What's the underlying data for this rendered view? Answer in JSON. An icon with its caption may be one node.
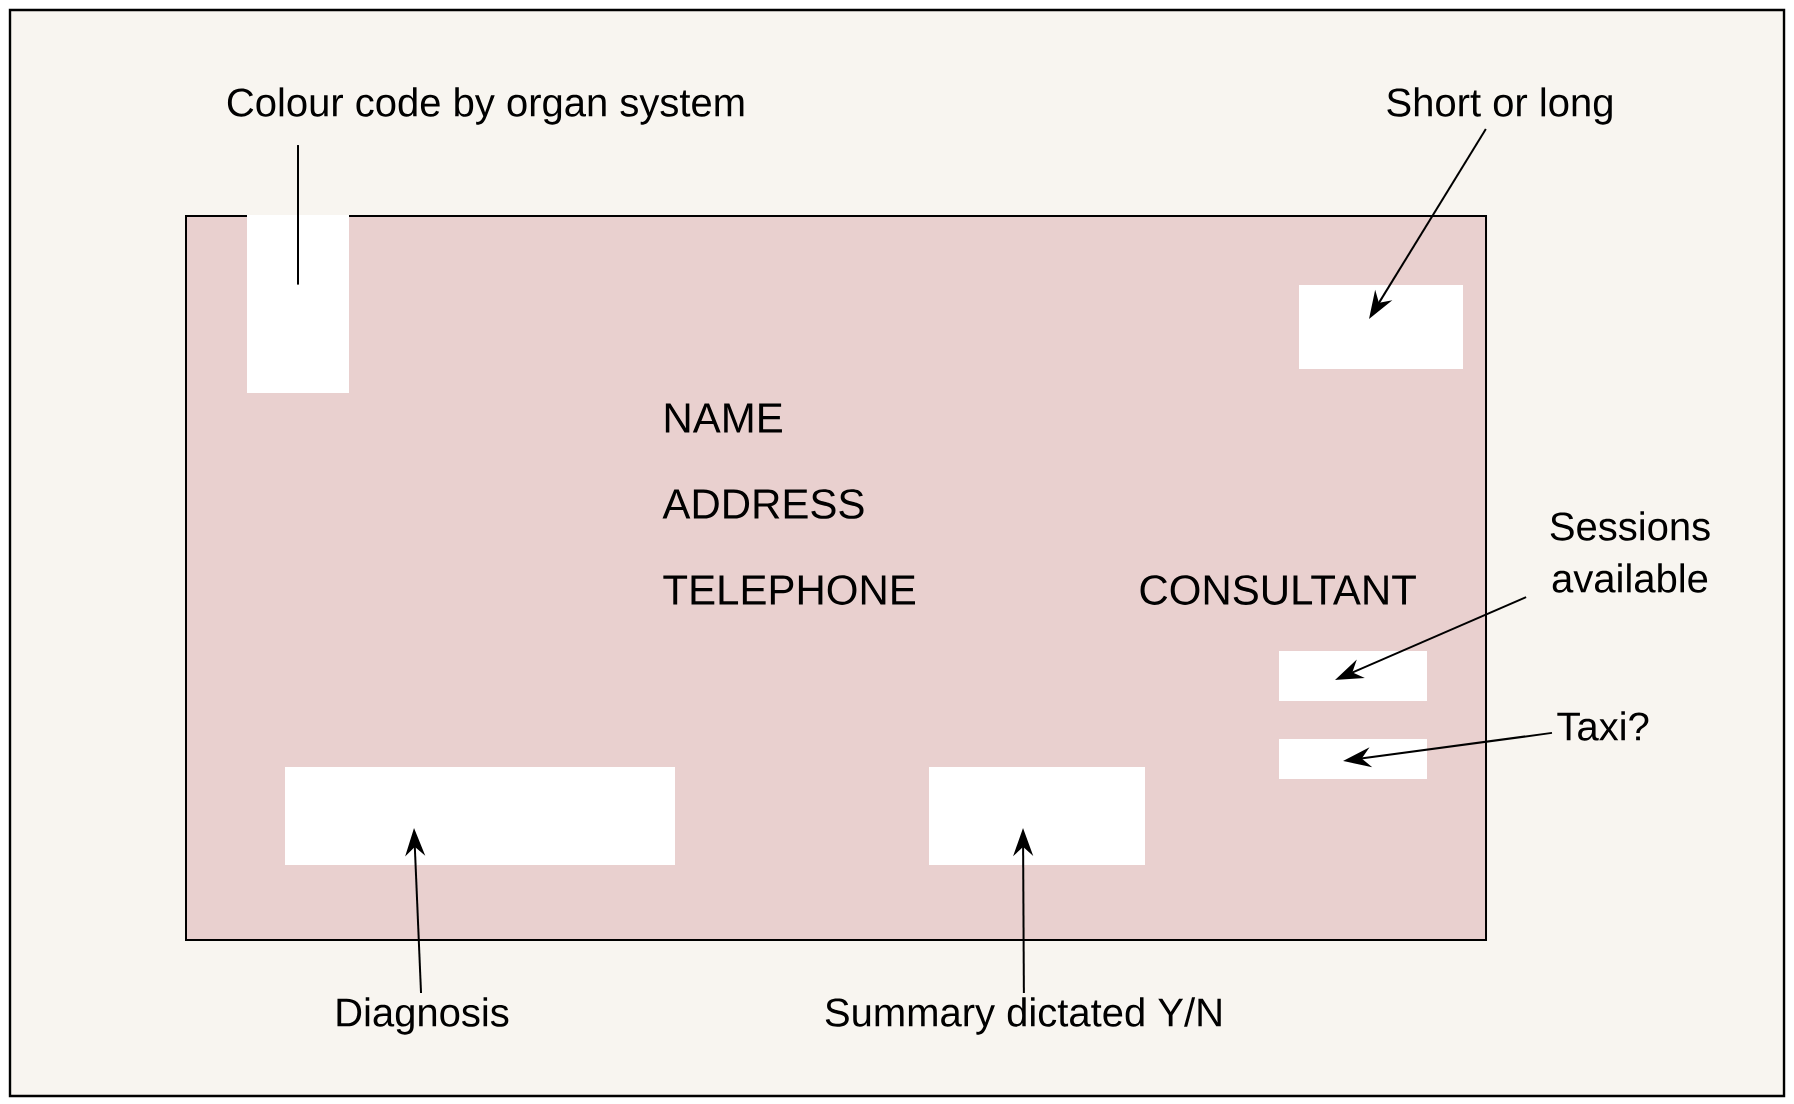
{
  "diagram": {
    "nodes": [
      {
        "text": [
          "NAME",
          "ADDRESS",
          "TELEPHONE",
          "CONSULTANT"
        ]
      },
      {
        "text": [],
        "shape": "box",
        "in": 0
      },
      {
        "text": [],
        "shape": "box",
        "in": 0
      },
      {
        "text": [],
        "shape": "box",
        "in": 0
      },
      {
        "text": [],
        "shape": "box",
        "in": 0
      },
      {
        "text": [],
        "shape": "box",
        "in": 0
      },
      {
        "text": [],
        "shape": "box",
        "in": 0
      },
      {
        "text": [
          "Colour code by organ system"
        ]
      },
      {
        "text": [
          "Short or long"
        ]
      },
      {
        "text": [
          "Sessions available"
        ]
      },
      {
        "text": [
          "Taxi?"
        ]
      },
      {
        "text": [
          "Diagnosis"
        ]
      },
      {
        "text": [
          "Summary dictated Y/N"
        ]
      }
    ],
    "edges": [
      {
        "from": 7,
        "to": 1,
        "arrow": "none"
      },
      {
        "from": 8,
        "to": 2,
        "arrow": "to"
      },
      {
        "from": 9,
        "to": 3,
        "arrow": "to"
      },
      {
        "from": 10,
        "to": 4,
        "arrow": "to"
      },
      {
        "from": 11,
        "to": 5,
        "arrow": "to"
      },
      {
        "from": 12,
        "to": 6,
        "arrow": "to"
      }
    ]
  }
}
